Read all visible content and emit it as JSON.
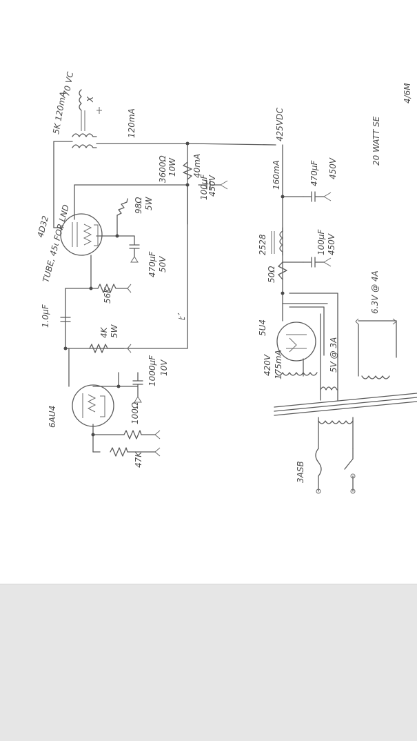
{
  "colors": {
    "paper": "#ffffff",
    "background": "#e6e6e6",
    "ink": "#4a4a4a"
  },
  "labels": {
    "tube_6au4": "6AU4",
    "r_47k": "47K",
    "r_100": "100Ω",
    "cap_1000uf": "1000μF",
    "v_10v": "10V",
    "cap_1uf": "1.0μF",
    "r_4k": "4K",
    "p_5w_a": "5W",
    "r_56k": "56K",
    "tube_4d32": "4D32",
    "tube_note": "TUBE, 45ι FOR LND",
    "r_98": "98Ω",
    "p_5w_b": "5W",
    "cap_470uf": "470μF",
    "v_50v": "50V",
    "r_3600": "3600Ω",
    "p_10w": "10W",
    "i_40ma": "40mA",
    "cap_100uf_a": "100μF",
    "v_450v_a": "450V",
    "ot_spec": "5K 120mA",
    "ot_spec2": "70 VC",
    "ot_x": "X",
    "i_120ma": "120mA",
    "b_425vdc": "425VDC",
    "i_160ma": "160mA",
    "cap_470uf_b": "470μF",
    "v_450v_b": "450V",
    "choke_2528": "2528",
    "r_50": "50Ω",
    "cap_100uf_b": "100μF",
    "v_450v_c": "450V",
    "rect_5u4": "5U4",
    "v_420v": "420V",
    "i_175ma": "175mA",
    "fil_5v3a": "5V @ 3A",
    "fil_6v4a": "6.3V @ 4A",
    "fuse_3asb": "3ASB",
    "title_20w": "20 WATT SE",
    "sig": "4/6M",
    "sig2": "ﾋﾞ"
  }
}
